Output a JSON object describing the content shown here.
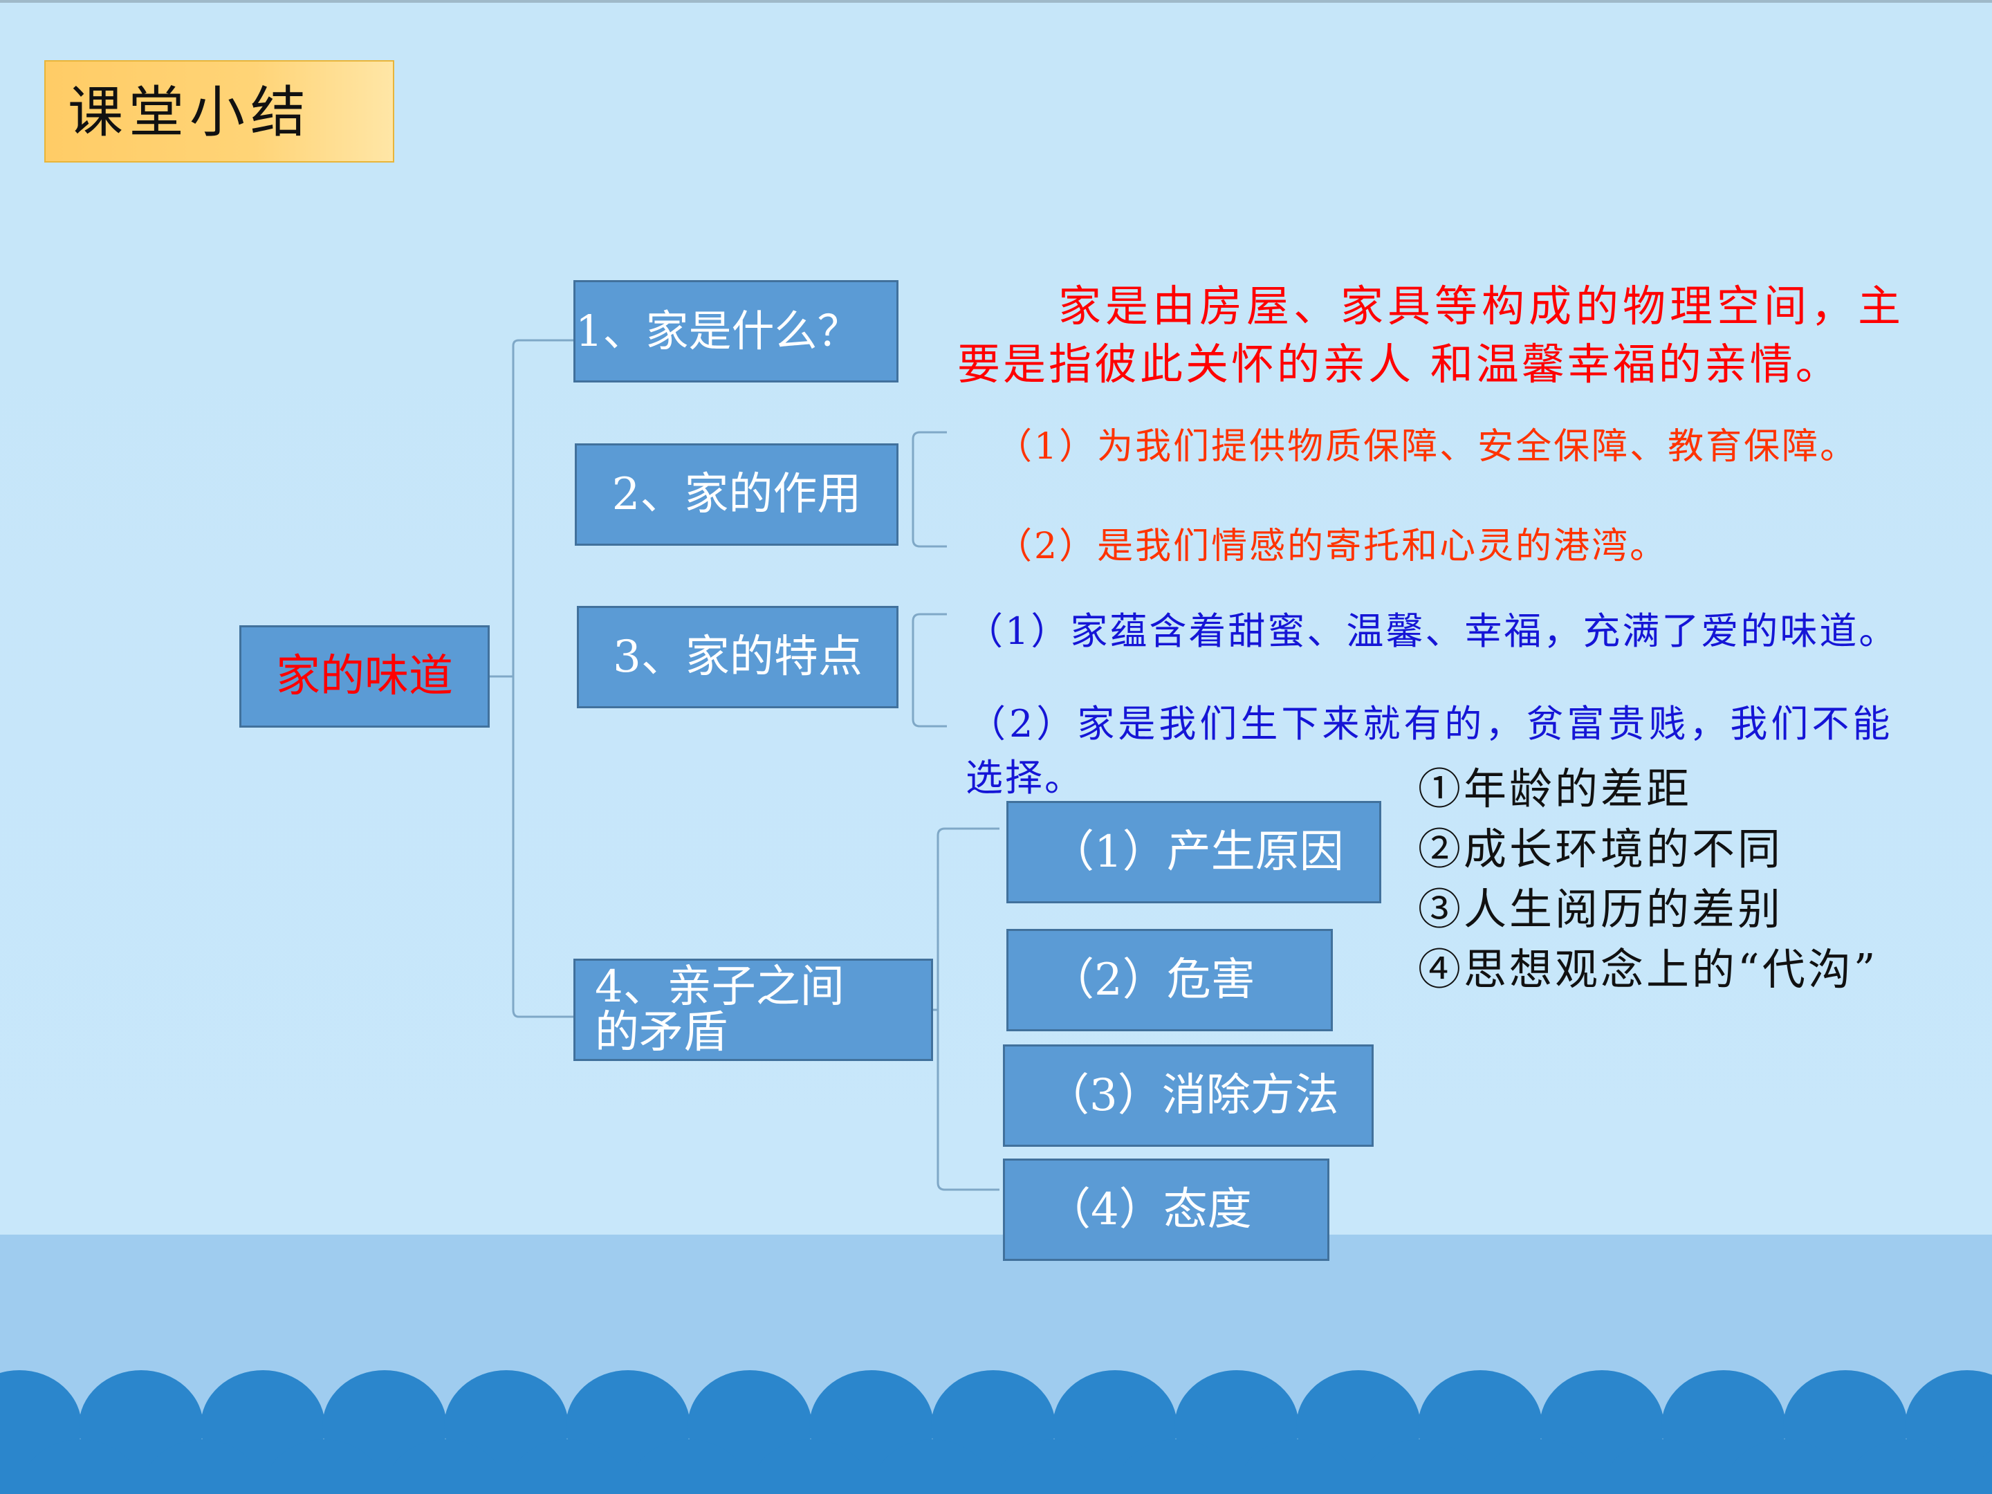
{
  "slide": {
    "title": "课堂小结",
    "root": "家的味道",
    "nodes": [
      {
        "label": "1、家是什么？"
      },
      {
        "label": "2、家的作用"
      },
      {
        "label": "3、家的特点"
      },
      {
        "label": "4、亲子之间",
        "label_line2": "的矛盾"
      }
    ],
    "definition": {
      "line1": "家是由房屋、家具等构成的物理空间，主",
      "line2": "要是指彼此关怀的亲人 和温馨幸福的亲情。"
    },
    "functions": [
      "（1）为我们提供物质保障、安全保障、教育保障。",
      "（2）是我们情感的寄托和心灵的港湾。"
    ],
    "features": [
      "（1）家蕴含着甜蜜、温馨、幸福，充满了爱的味道。",
      "（2）家是我们生下来就有的，贫富贵贱，我们不能",
      "选择。"
    ],
    "conflict_subs": [
      "（1）产生原因",
      "（2）危害",
      "（3）消除方法",
      "（4）态度"
    ],
    "causes": [
      "①年龄的差距",
      "②成长环境的不同",
      "③人生阅历的差别",
      "④思想观念上的“代沟”"
    ]
  },
  "colors": {
    "background": "#c8e7fa",
    "box_fill": "#5b9bd5",
    "box_border": "#41719c",
    "title_fill": "#ffcc66",
    "red_text": "#ff0000",
    "blue_text": "#1515d6",
    "wave": "#2b86cc"
  }
}
